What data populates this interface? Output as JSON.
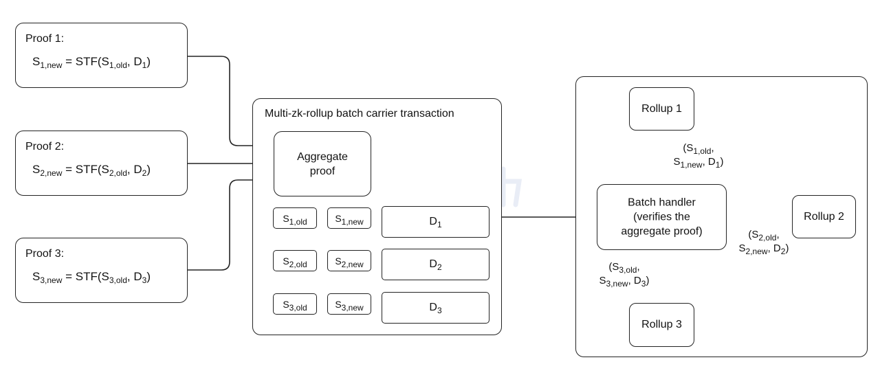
{
  "proofs": [
    {
      "title": "Proof 1:",
      "lhs_base": "S",
      "lhs_sub": "1,new",
      "eq": " = STF(",
      "arg1_base": "S",
      "arg1_sub": "1,old",
      "sep": ", ",
      "arg2_base": "D",
      "arg2_sub": "1",
      "close": ")"
    },
    {
      "title": "Proof 2:",
      "lhs_base": "S",
      "lhs_sub": "2,new",
      "eq": " = STF(",
      "arg1_base": "S",
      "arg1_sub": "2,old",
      "sep": ", ",
      "arg2_base": "D",
      "arg2_sub": "2",
      "close": ")"
    },
    {
      "title": "Proof 3:",
      "lhs_base": "S",
      "lhs_sub": "3,new",
      "eq": " = STF(",
      "arg1_base": "S",
      "arg1_sub": "3,old",
      "sep": ", ",
      "arg2_base": "D",
      "arg2_sub": "3",
      "close": ")"
    }
  ],
  "carrier": {
    "title": "Multi-zk-rollup batch carrier transaction",
    "aggregate_line1": "Aggregate",
    "aggregate_line2": "proof",
    "rows": [
      {
        "old_base": "S",
        "old_sub": "1,old",
        "new_base": "S",
        "new_sub": "1,new",
        "d_base": "D",
        "d_sub": "1"
      },
      {
        "old_base": "S",
        "old_sub": "2,old",
        "new_base": "S",
        "new_sub": "2,new",
        "d_base": "D",
        "d_sub": "2"
      },
      {
        "old_base": "S",
        "old_sub": "3,old",
        "new_base": "S",
        "new_sub": "3,new",
        "d_base": "D",
        "d_sub": "3"
      }
    ]
  },
  "handler": {
    "line1": "Batch handler",
    "line2": "(verifies the",
    "line3": "aggregate proof)",
    "rollups": [
      "Rollup 1",
      "Rollup 2",
      "Rollup 3"
    ],
    "edge_labels": [
      {
        "open": "(",
        "a_base": "S",
        "a_sub": "1,old",
        "comma": ",",
        "b_base": "S",
        "b_sub": "1,new",
        "sep": ", ",
        "c_base": "D",
        "c_sub": "1",
        "close": ")"
      },
      {
        "open": "(",
        "a_base": "S",
        "a_sub": "2,old",
        "comma": ",",
        "b_base": "S",
        "b_sub": "2,new",
        "sep": ", ",
        "c_base": "D",
        "c_sub": "2",
        "close": ")"
      },
      {
        "open": "(",
        "a_base": "S",
        "a_sub": "3,old",
        "comma": ",",
        "b_base": "S",
        "b_sub": "3,new",
        "sep": ", ",
        "c_base": "D",
        "c_sub": "3",
        "close": ")"
      }
    ]
  },
  "colors": {
    "stroke": "#222222",
    "text": "#111111",
    "watermark": "#9fb0d8"
  }
}
